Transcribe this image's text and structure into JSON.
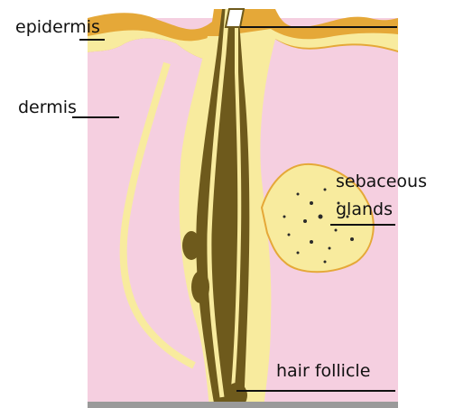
{
  "labels": {
    "epidermis": "epidermis",
    "dermis": "dermis",
    "sebaceous_line1": "sebaceous",
    "sebaceous_line2": "glands",
    "hair_follicle": "hair follicle"
  },
  "colors": {
    "dermis_pink": "#f5cfe0",
    "epidermis_orange": "#e5a838",
    "follicle_cream": "#f8eb9e",
    "hair_brown": "#6e5a1c",
    "leader_line": "#111111"
  }
}
